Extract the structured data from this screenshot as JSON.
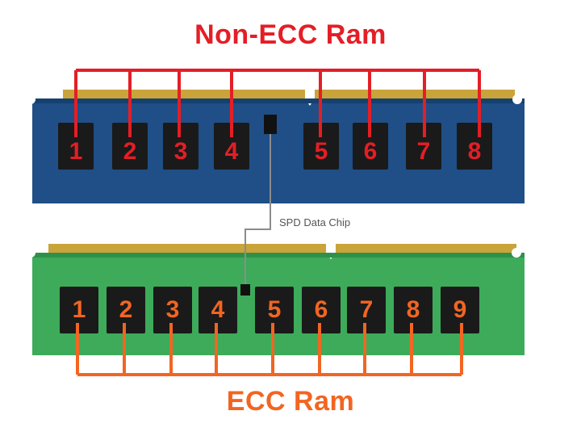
{
  "titles": {
    "non_ecc": "Non-ECC Ram",
    "ecc": "ECC Ram"
  },
  "spd_label": "SPD Data Chip",
  "non_ecc_chips": [
    "1",
    "2",
    "3",
    "4",
    "5",
    "6",
    "7",
    "8"
  ],
  "ecc_chips": [
    "1",
    "2",
    "3",
    "4",
    "5",
    "6",
    "7",
    "8",
    "9"
  ],
  "colors": {
    "non_ecc_accent": "#e41e26",
    "ecc_accent": "#f26522",
    "non_ecc_pcb": "#1f4f86",
    "ecc_pcb": "#3dab5a",
    "chip": "#1a1a1a",
    "gold": "#c9a43a",
    "leader_line": "#8c8c8c"
  }
}
